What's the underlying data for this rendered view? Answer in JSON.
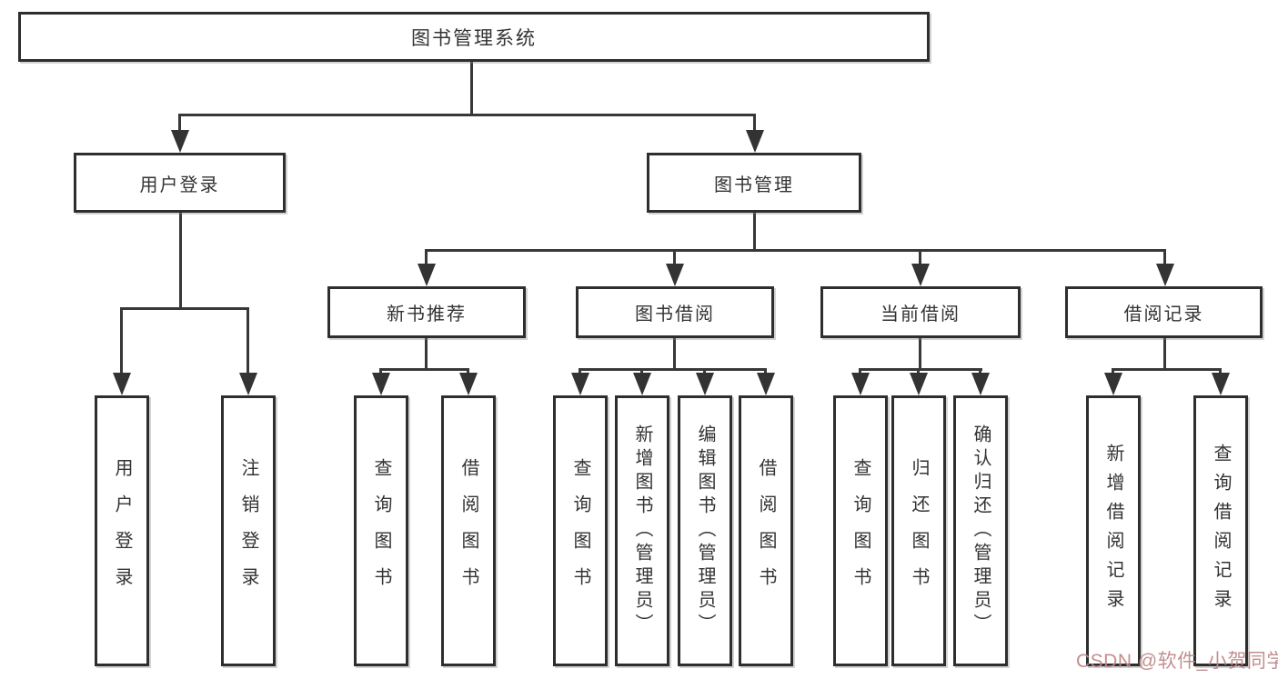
{
  "diagram": {
    "type": "hierarchy-tree",
    "colors": {
      "background": "#ffffff",
      "box_border": "#2e2e2e",
      "box_background": "#ffffff",
      "connector_line": "#383838",
      "text": "#333333",
      "watermark": "#c08989"
    },
    "tree": {
      "root": {
        "label": "图书管理系统",
        "children": [
          {
            "label": "用户登录",
            "children": [
              {
                "label": "用户登录"
              },
              {
                "label": "注销登录"
              }
            ]
          },
          {
            "label": "图书管理",
            "children": [
              {
                "label": "新书推荐",
                "children": [
                  {
                    "label": "查询图书"
                  },
                  {
                    "label": "借阅图书"
                  }
                ]
              },
              {
                "label": "图书借阅",
                "children": [
                  {
                    "label": "查询图书"
                  },
                  {
                    "label": "新增图书（管理员）"
                  },
                  {
                    "label": "编辑图书（管理员）"
                  },
                  {
                    "label": "借阅图书"
                  }
                ]
              },
              {
                "label": "当前借阅",
                "children": [
                  {
                    "label": "查询图书"
                  },
                  {
                    "label": "归还图书"
                  },
                  {
                    "label": "确认归还（管理员）"
                  }
                ]
              },
              {
                "label": "借阅记录",
                "children": [
                  {
                    "label": "新增借阅记录"
                  },
                  {
                    "label": "查询借阅记录"
                  }
                ]
              }
            ]
          }
        ]
      }
    }
  },
  "watermark": {
    "text": "CSDN @软件_小贺同学"
  }
}
